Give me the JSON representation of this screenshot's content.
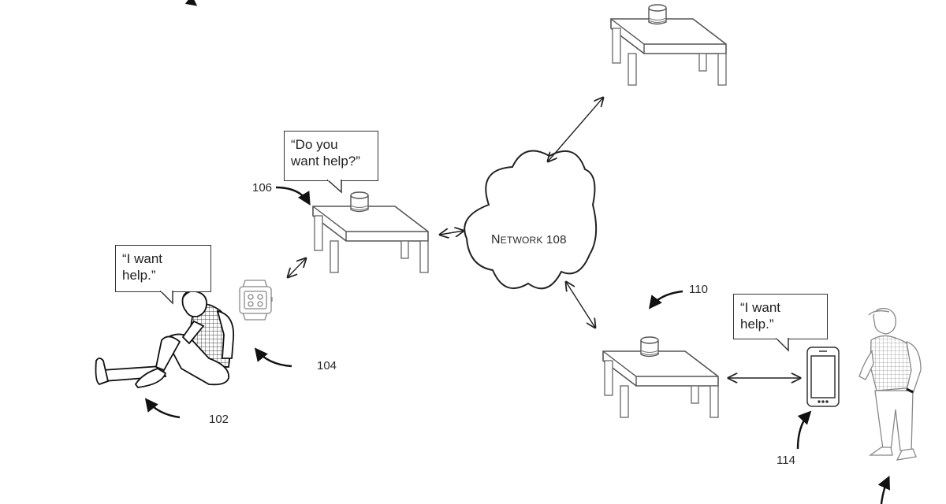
{
  "figure": {
    "type": "patent-style system diagram",
    "network": {
      "label_prefix": "N",
      "label_rest": "ETWORK",
      "ref": "108"
    },
    "refs": {
      "user_sitting": "102",
      "wearable": "104",
      "device_106": "106",
      "device_110": "110",
      "phone": "114"
    },
    "bubbles": {
      "device_106": [
        "“Do you",
        "want help?”"
      ],
      "user_sitting": [
        "“I want",
        "help.”"
      ],
      "user_standing": [
        "“I want",
        "help.”"
      ]
    },
    "icons": [
      "table-with-smart-speaker-icon",
      "cloud-network-icon",
      "smartwatch-icon",
      "smartphone-icon",
      "sitting-person-icon",
      "standing-person-icon",
      "double-arrow-icon",
      "curved-pointer-arrow-icon"
    ]
  }
}
